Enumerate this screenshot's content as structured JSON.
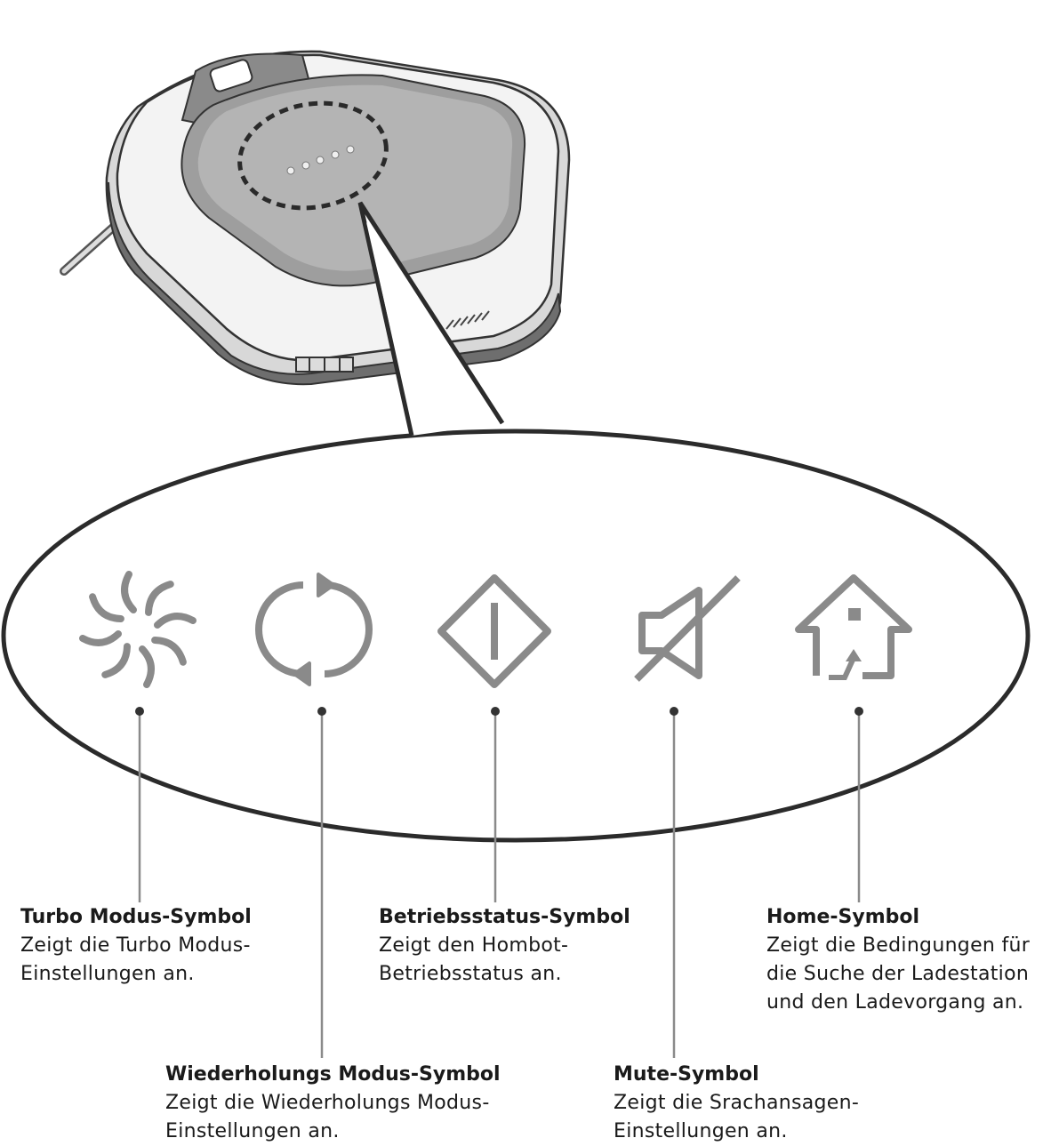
{
  "labels": [
    {
      "id": "turbo",
      "title": "Turbo Modus-Symbol",
      "lines": [
        "Zeigt die Turbo Modus-",
        "Einstellungen an."
      ]
    },
    {
      "id": "repeat",
      "title": "Wiederholungs Modus-Symbol",
      "lines": [
        "Zeigt die Wiederholungs Modus-",
        "Einstellungen an."
      ]
    },
    {
      "id": "status",
      "title": "Betriebsstatus-Symbol",
      "lines": [
        "Zeigt den Hombot-",
        "Betriebsstatus an."
      ]
    },
    {
      "id": "mute",
      "title": "Mute-Symbol",
      "lines": [
        "Zeigt die Srachansagen-",
        "Einstellungen an."
      ]
    },
    {
      "id": "home",
      "title": "Home-Symbol",
      "lines": [
        "Zeigt die Bedingungen für",
        "die Suche der Ladestation",
        "und den Ladevorgang an."
      ]
    }
  ],
  "icons": [
    "turbo-fan-icon",
    "repeat-arrows-icon",
    "power-diamond-icon",
    "speaker-mute-icon",
    "home-return-icon"
  ]
}
